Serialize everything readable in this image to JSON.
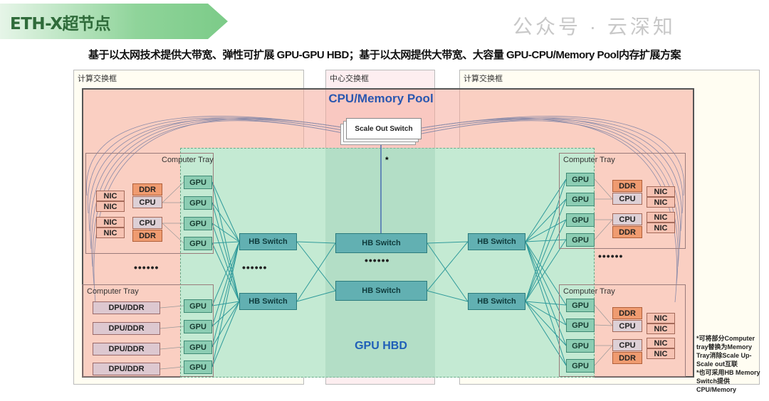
{
  "header": {
    "title": "ETH-X超节点",
    "subtitle": "基于以太网技术提供大带宽、弹性可扩展 GPU-GPU HBD；基于以太网提供大带宽、大容量 GPU-CPU/Memory Pool内存扩展方案"
  },
  "frames": {
    "left": "计算交换框",
    "center": "中心交换框",
    "right": "计算交换框"
  },
  "pool": {
    "title": "CPU/Memory Pool",
    "scale_out_switch": "Scale Out Switch",
    "asterisk": "*"
  },
  "hbd": {
    "title": "GPU HBD"
  },
  "ellipsis": "••••••",
  "left_tray_top": {
    "label": "Computer Tray",
    "gpus": [
      "GPU",
      "GPU",
      "GPU",
      "GPU"
    ],
    "nics": [
      "NIC",
      "NIC",
      "NIC",
      "NIC"
    ],
    "ddrs": [
      "DDR",
      "DDR"
    ],
    "cpus": [
      "CPU",
      "CPU"
    ]
  },
  "left_tray_bottom": {
    "label": "Computer Tray",
    "gpus": [
      "GPU",
      "GPU",
      "GPU",
      "GPU"
    ],
    "dpus": [
      "DPU/DDR",
      "DPU/DDR",
      "DPU/DDR",
      "DPU/DDR"
    ]
  },
  "right_tray_top": {
    "label": "Computer Tray",
    "gpus": [
      "GPU",
      "GPU",
      "GPU",
      "GPU"
    ],
    "nics": [
      "NIC",
      "NIC",
      "NIC",
      "NIC"
    ],
    "ddrs": [
      "DDR",
      "DDR"
    ],
    "cpus": [
      "CPU",
      "CPU"
    ]
  },
  "right_tray_bottom": {
    "label": "Computer Tray",
    "gpus": [
      "GPU",
      "GPU",
      "GPU",
      "GPU"
    ],
    "nics": [
      "NIC",
      "NIC",
      "NIC",
      "NIC"
    ],
    "ddrs": [
      "DDR",
      "DDR"
    ],
    "cpus": [
      "CPU",
      "CPU"
    ]
  },
  "switches": {
    "left": [
      "HB Switch",
      "HB Switch"
    ],
    "center": [
      "HB Switch",
      "HB Switch"
    ],
    "right": [
      "HB Switch",
      "HB Switch"
    ]
  },
  "footnote": [
    "*可将部分Computer tray替换为Memory Tray消除Scale Up-Scale out互联",
    "*也可采用HB Memory Switch提供CPU/Memory"
  ],
  "watermark": "公众号 · 云深知",
  "colors": {
    "pool": "#f7c4b8",
    "hbd": "#bfe8cf",
    "gpu": "#8ccdb3",
    "hb_switch": "#62b0b2",
    "ddr": "#ef9b70",
    "link": "#2f9a9a",
    "title_blue": "#1f5fb8"
  }
}
